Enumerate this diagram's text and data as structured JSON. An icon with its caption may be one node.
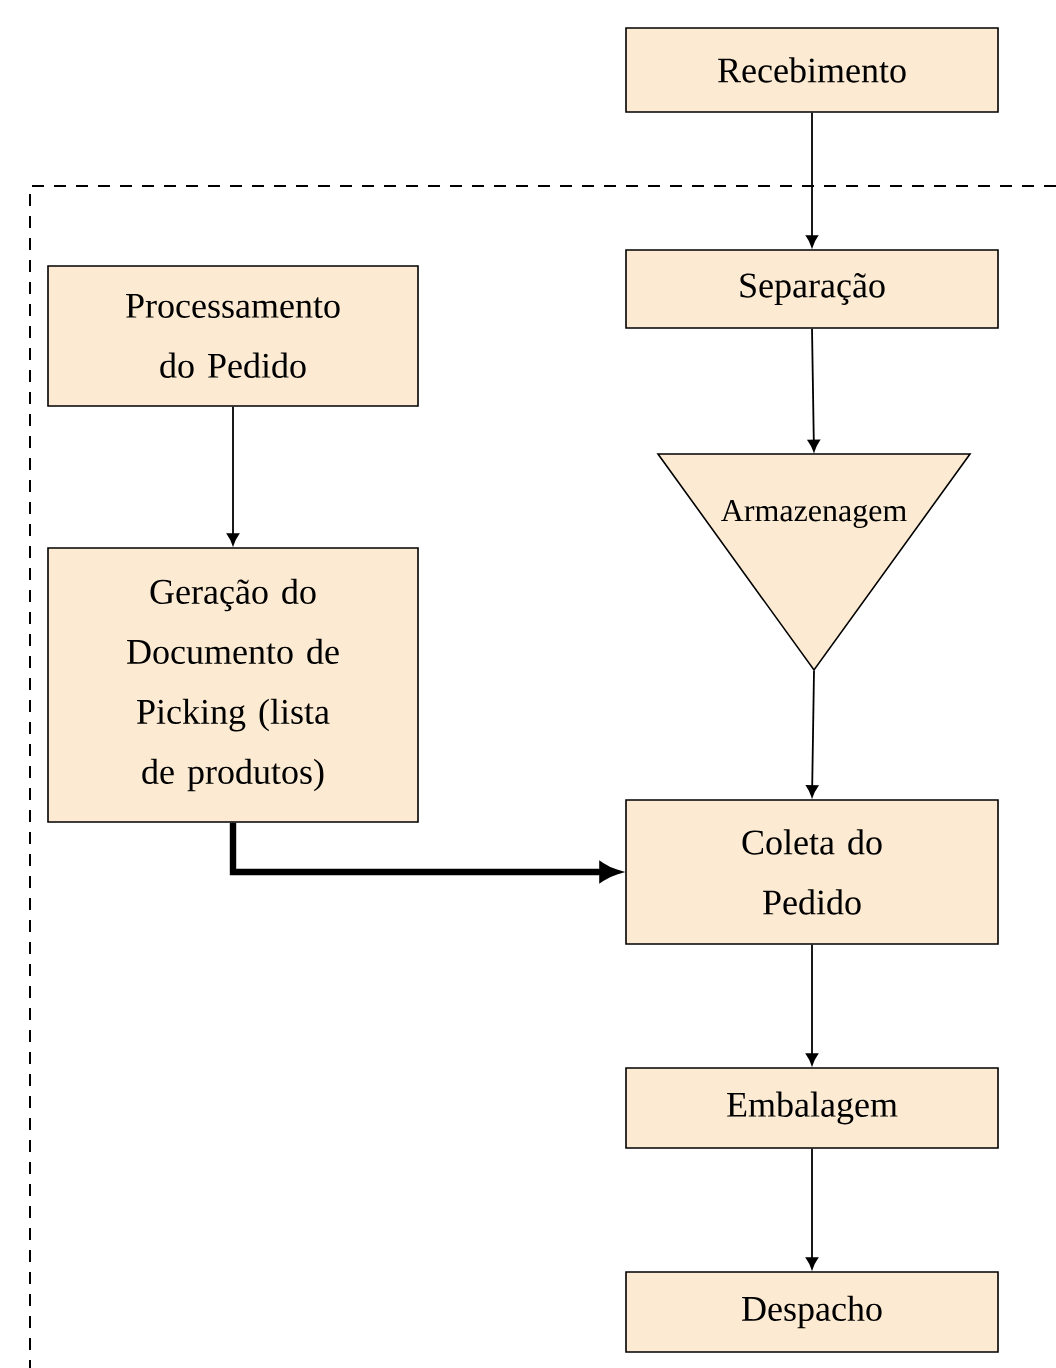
{
  "diagram": {
    "nodes": [
      {
        "text": [
          "Recebimento"
        ]
      },
      {
        "text": [
          "Processamento do Pedido"
        ]
      },
      {
        "text": [
          "Separação"
        ]
      },
      {
        "text": [
          "Armazenagem"
        ]
      },
      {
        "text": [
          "Geração do Documento de Picking (lista de produtos)"
        ]
      },
      {
        "text": [
          "Coleta do Pedido"
        ]
      },
      {
        "text": [
          "Embalagem"
        ]
      },
      {
        "text": [
          "Despacho"
        ]
      }
    ],
    "edges": [
      {
        "from": 0,
        "to": 2,
        "arrow": "to"
      },
      {
        "from": 2,
        "to": 3,
        "arrow": "to"
      },
      {
        "from": 1,
        "to": 4,
        "arrow": "to"
      },
      {
        "from": 3,
        "to": 5,
        "arrow": "to"
      },
      {
        "from": 4,
        "to": 5,
        "arrow": "to",
        "style": "thick"
      },
      {
        "from": 5,
        "to": 6,
        "arrow": "to"
      },
      {
        "from": 6,
        "to": 7,
        "arrow": "to"
      }
    ]
  }
}
